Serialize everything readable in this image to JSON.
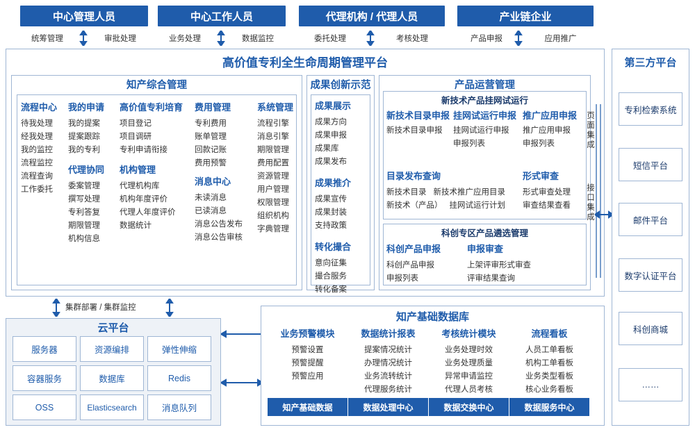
{
  "roles": [
    {
      "title": "中心管理人员",
      "subs": [
        "统筹管理",
        "审批处理"
      ]
    },
    {
      "title": "中心工作人员",
      "subs": [
        "业务处理",
        "数据监控"
      ]
    },
    {
      "title": "代理机构 / 代理人员",
      "subs": [
        "委托处理",
        "考核处理"
      ]
    },
    {
      "title": "产业链企业",
      "subs": [
        "产品申报",
        "应用推广"
      ]
    }
  ],
  "platform": {
    "title": "高价值专利全生命周期管理平台",
    "sections": {
      "zhichan": {
        "title": "知产综合管理",
        "columns": [
          {
            "head": "流程中心",
            "items": [
              "待我处理",
              "经我处理",
              "我的监控",
              "流程监控",
              "流程查询",
              "工作委托"
            ]
          },
          {
            "head": "我的申请",
            "items": [
              "我的提案",
              "提案跟踪",
              "我的专利"
            ],
            "head2": "代理协同",
            "items2": [
              "委案管理",
              "撰写处理",
              "专利答复",
              "期限管理",
              "机构信息"
            ]
          },
          {
            "head": "高价值专利培育",
            "items": [
              "项目登记",
              "项目调研",
              "专利申请衔接"
            ],
            "head2": "机构管理",
            "items2": [
              "代理机构库",
              "机构年度评价",
              "代理人年度评价",
              "数据统计"
            ]
          },
          {
            "head": "费用管理",
            "items": [
              "专利费用",
              "账单管理",
              "回款记账",
              "费用预警"
            ],
            "head2": "消息中心",
            "items2": [
              "未读消息",
              "已读消息",
              "消息公告发布",
              "消息公告审核"
            ]
          },
          {
            "head": "系统管理",
            "items": [
              "流程引擎",
              "消息引擎",
              "期限管理",
              "费用配置",
              "资源管理",
              "用户管理",
              "权限管理",
              "组织机构",
              "字典管理"
            ]
          }
        ]
      },
      "chengguo": {
        "title": "成果创新示范",
        "groups": [
          {
            "head": "成果展示",
            "items": [
              "成果方向",
              "成果申报",
              "成果库",
              "成果发布"
            ]
          },
          {
            "head": "成果推介",
            "items": [
              "成果宣传",
              "成果封装",
              "支持政策"
            ]
          },
          {
            "head": "转化撮合",
            "items": [
              "意向征集",
              "撮合服务",
              "转化备案"
            ]
          }
        ]
      },
      "chanpin": {
        "title": "产品运营管理",
        "block1": {
          "title": "新技术产品挂网试运行",
          "columns": [
            {
              "head": "新技术目录申报",
              "items": [
                "新技术目录申报"
              ]
            },
            {
              "head": "挂网试运行申报",
              "items": [
                "挂网试运行申报",
                "申报列表"
              ]
            },
            {
              "head": "推广应用申报",
              "items": [
                "推广应用申报",
                "申报列表"
              ]
            },
            {
              "head": "目录发布查询",
              "items": [
                "新技术目录",
                "新技术（产品）",
                "新技术推广应用目录",
                "挂网试运行计划"
              ]
            },
            {
              "head": "形式审查",
              "items": [
                "形式审查处理",
                "审查结果查看"
              ]
            }
          ]
        },
        "block2": {
          "title": "科创专区产品遴选管理",
          "columns": [
            {
              "head": "科创产品申报",
              "items": [
                "科创产品申报",
                "申报列表"
              ]
            },
            {
              "head": "申报审查",
              "items": [
                "上架评审形式审查",
                "评审结果查询"
              ]
            }
          ]
        }
      }
    },
    "side_labels": [
      "页面集成",
      "接口集成"
    ]
  },
  "third_party": {
    "title": "第三方平台",
    "items": [
      "专利检索系统",
      "短信平台",
      "邮件平台",
      "数字认证平台",
      "科创商城",
      "……"
    ]
  },
  "cloud": {
    "connector_label": "集群部署 / 集群监控",
    "title": "云平台",
    "cells": [
      "服务器",
      "资源编排",
      "弹性伸缩",
      "容器服务",
      "数据库",
      "Redis",
      "OSS",
      "Elasticsearch",
      "消息队列"
    ]
  },
  "database": {
    "title": "知产基础数据库",
    "columns": [
      {
        "head": "业务预警模块",
        "items": [
          "预警设置",
          "预警提醒",
          "预警应用"
        ]
      },
      {
        "head": "数据统计报表",
        "items": [
          "提案情况统计",
          "办理情况统计",
          "业务流转统计",
          "代理服务统计"
        ]
      },
      {
        "head": "考核统计模块",
        "items": [
          "业务处理时效",
          "业务处理质量",
          "异常申请监控",
          "代理人员考核"
        ]
      },
      {
        "head": "流程看板",
        "items": [
          "人员工单看板",
          "机构工单看板",
          "业务类型看板",
          "核心业务看板"
        ]
      }
    ],
    "footer": [
      "知产基础数据",
      "数据处理中心",
      "数据交换中心",
      "数据服务中心"
    ]
  },
  "colors": {
    "brand": "#1f5cab",
    "border": "#9fb6d4",
    "text": "#333333"
  }
}
